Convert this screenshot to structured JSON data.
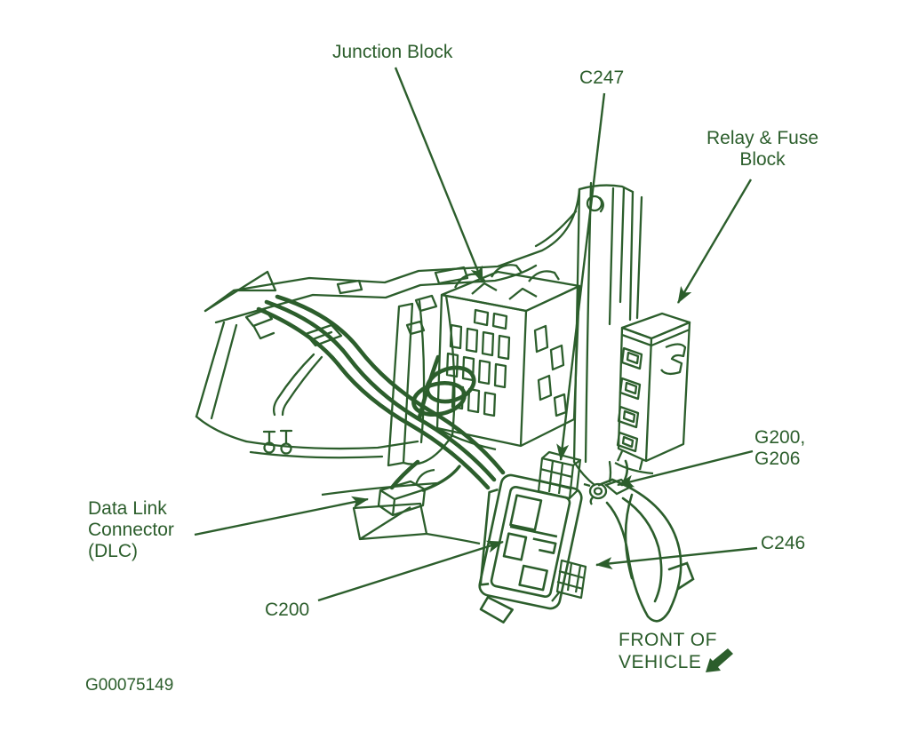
{
  "page": {
    "background_color": "#ffffff",
    "line_color": "#2c5e2c",
    "figure_code": "G00075149"
  },
  "callouts": {
    "junction_block": "Junction Block",
    "c247": "C247",
    "relay_fuse_block_line1": "Relay & Fuse",
    "relay_fuse_block_line2": "Block",
    "ground_line1": "G200,",
    "ground_line2": "G206",
    "c246": "C246",
    "dlc_line1": "Data Link",
    "dlc_line2": "Connector",
    "dlc_line3": "(DLC)",
    "c200": "C200"
  },
  "footer": {
    "front_of_vehicle_line1": "FRONT OF",
    "front_of_vehicle_line2": "VEHICLE",
    "front_arrow_icon": "front-of-vehicle-direction-arrow"
  },
  "diagram_parts": [
    "dash-cowl-panels",
    "junction-block",
    "wiring-harness",
    "a-pillar",
    "relay-fuse-block",
    "ground-stud-G200-G206",
    "mounting-bracket",
    "c200-connector",
    "c247-connector",
    "c246-connector",
    "data-link-connector"
  ]
}
